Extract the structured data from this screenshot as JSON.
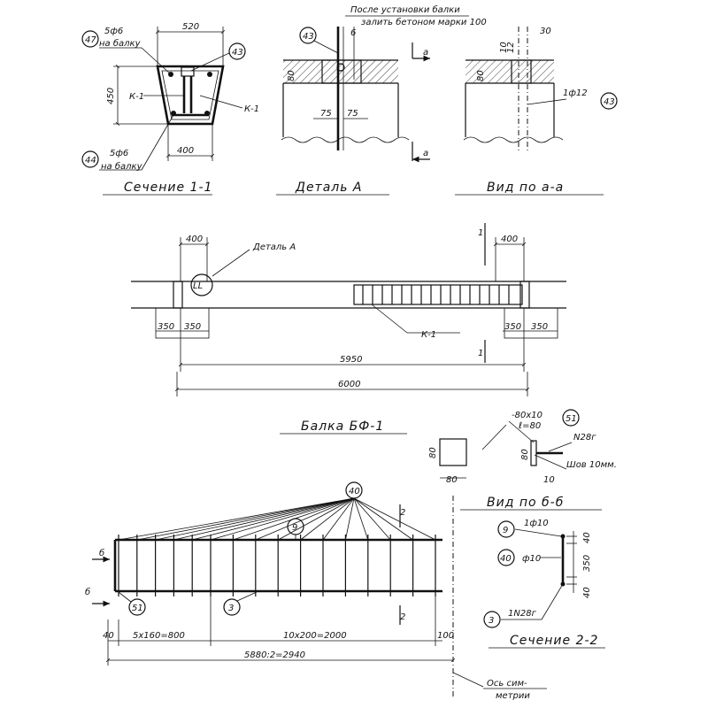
{
  "section_1_1": {
    "title": "Сечение 1-1",
    "dim_top": "520",
    "dim_height": "450",
    "dim_bottom": "400",
    "top_callout_num": "47",
    "top_callout_rebar": "5ф6",
    "top_callout_note": "на балку",
    "bottom_callout_num": "44",
    "bottom_callout_rebar": "5ф6",
    "bottom_callout_note": "на балку",
    "right_callout_num": "43",
    "frame_left": "К-1",
    "frame_right": "К-1"
  },
  "detail_a": {
    "title": "Деталь А",
    "note_line1": "После установки балки",
    "note_line2": "залить бетоном марки 100",
    "callout_num": "43",
    "dim_6": "6",
    "dim_80": "80",
    "dim_75_left": "75",
    "dim_75_right": "75",
    "cut_mark_top": "а",
    "cut_mark_bottom": "а"
  },
  "view_a_a": {
    "title": "Вид по а-а",
    "dim_80": "80",
    "dim_10": "10",
    "dim_30": "30",
    "dim_12": "12",
    "rebar": "1ф12",
    "callout_num": "43"
  },
  "elevation": {
    "detail_label": "Деталь А",
    "dim_400_left": "400",
    "dim_400_right": "400",
    "dim_350_1": "350",
    "dim_350_2": "350",
    "dim_350_3": "350",
    "dim_350_4": "350",
    "dim_inner": "5950",
    "dim_total": "6000",
    "frame_label": "К-1",
    "section_mark_top": "1",
    "section_mark_bottom": "1"
  },
  "beam_bf1": {
    "title": "Балка БФ-1",
    "dim_80_h": "80",
    "dim_80_w": "80",
    "plate_spec": "-80х10",
    "plate_len": "ℓ=80",
    "callout_num": "51",
    "angle_spec": "N28г",
    "weld_note": "Шов 10мм.",
    "dim_80_plate": "80",
    "dim_10": "10"
  },
  "view_b_b": {
    "title": "Вид по б-б"
  },
  "frame_k1": {
    "callout_40": "40",
    "callout_9": "9",
    "callout_3": "3",
    "callout_51": "51",
    "section_mark_top": "2",
    "section_mark_bottom": "2",
    "cut_mark_top": "б",
    "cut_mark_bottom": "б",
    "dim_40": "40",
    "dim_left": "5х160=800",
    "dim_mid": "10х200=2000",
    "dim_100": "100",
    "dim_total": "5880:2=2940",
    "axis_note_line1": "Ось сим-",
    "axis_note_line2": "метрии"
  },
  "section_2_2": {
    "title": "Сечение 2-2",
    "callout_9": "9",
    "rebar_9": "1ф10",
    "callout_40": "40",
    "rebar_40": "ф10",
    "callout_3": "3",
    "rebar_3": "1N28г",
    "dim_40_top": "40",
    "dim_350": "350",
    "dim_40_bottom": "40"
  }
}
